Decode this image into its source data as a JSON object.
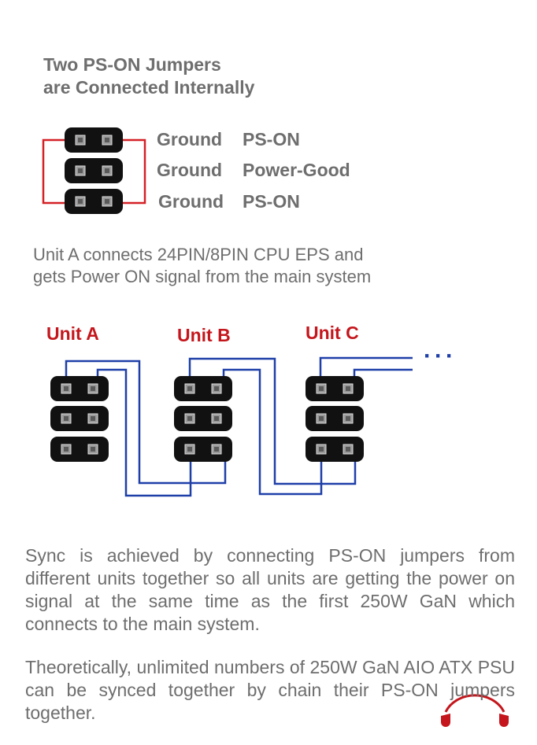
{
  "heading": {
    "line1": "Two PS-ON Jumpers",
    "line2": "are Connected Internally"
  },
  "jumper_pins": [
    {
      "left": "Ground",
      "right": "PS-ON"
    },
    {
      "left": "Ground",
      "right": "Power-Good"
    },
    {
      "left": "Ground",
      "right": "PS-ON"
    }
  ],
  "unit_a_text": {
    "line1": "Unit A connects 24PIN/8PIN CPU EPS and",
    "line2": "gets Power ON signal from the main system"
  },
  "units": [
    "Unit A",
    "Unit B",
    "Unit C"
  ],
  "continuation": "···",
  "sync_text": "Sync is achieved by connecting PS-ON jumpers from different units together so all units are getting the power on signal at the same time as the first 250W GaN which connects to the main system.",
  "theory_text": "Theoretically, unlimited numbers of 250W GaN AIO ATX PSU can be synced together by chain their PS-ON jumpers together.",
  "colors": {
    "internal_wire": "#d42027",
    "chain_wire": "#1e3fa8",
    "unit_label": "#c4161c",
    "text": "#6e6e6e",
    "header": "#111111"
  },
  "icons": [
    "pin-header-icon",
    "headphones-logo-icon"
  ]
}
